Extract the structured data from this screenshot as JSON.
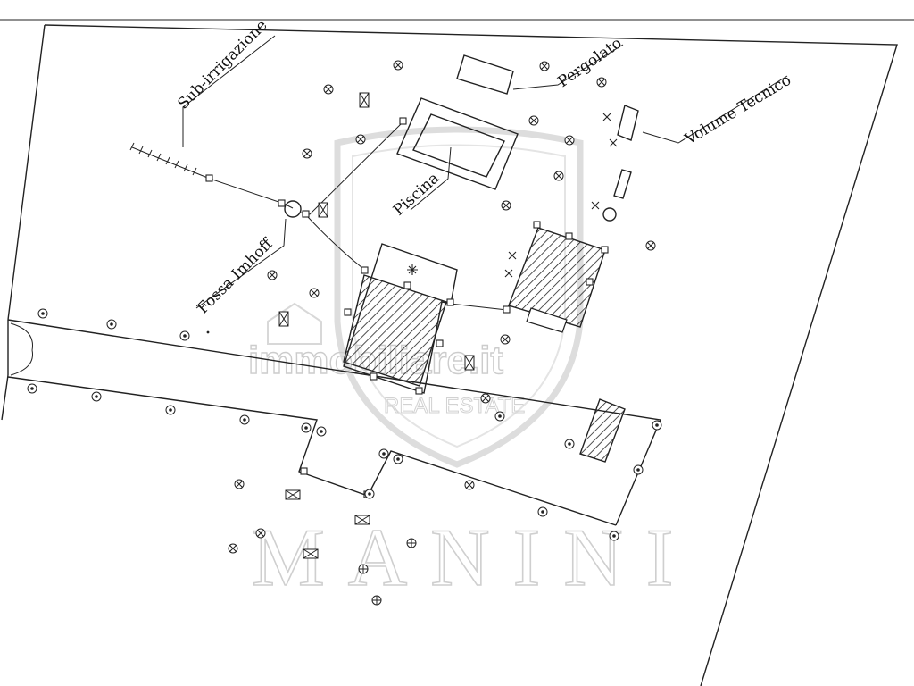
{
  "labels": {
    "sub_irrigazione": "Sub-irrigazione",
    "pergolato": "Pergolato",
    "volume_tecnico": "Volume Tecnico",
    "piscina": "Piscina",
    "fossa_imhoff": "Fossa Imhoff"
  },
  "watermark": {
    "site": "immobiliare.it",
    "tagline": "REAL ESTATE",
    "brand": "MANINI"
  },
  "colors": {
    "ink": "#222222",
    "watermark": "#cfcfcf",
    "background": "#ffffff"
  }
}
